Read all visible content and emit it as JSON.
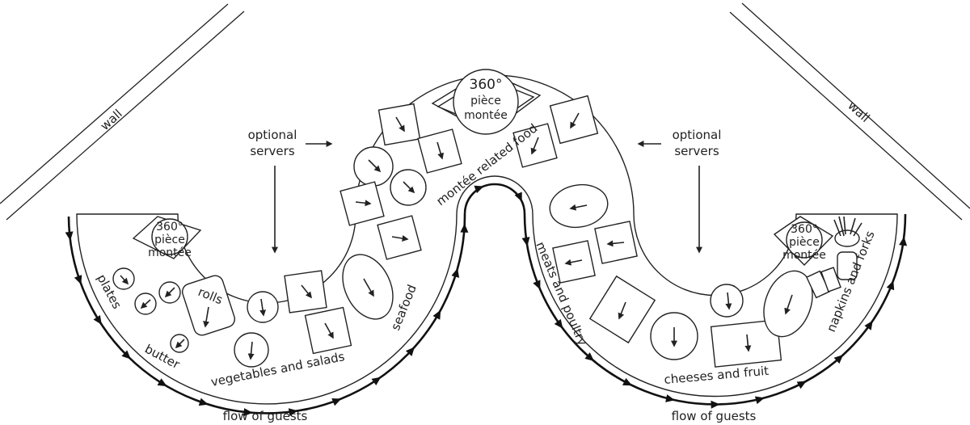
{
  "walls": {
    "left": "wall",
    "right": "wall"
  },
  "servers": {
    "left": [
      "optional",
      "servers"
    ],
    "right": [
      "optional",
      "servers"
    ]
  },
  "piece_montee": {
    "center": [
      "360°",
      "pièce",
      "montée"
    ],
    "left": [
      "360°",
      "pièce",
      "montée"
    ],
    "right": [
      "360°",
      "pièce",
      "montée"
    ]
  },
  "stations": {
    "plates": "plates",
    "butter": "butter",
    "rolls": "rolls",
    "vegetables": "vegetables and salads",
    "seafood": "seafood",
    "montee_food": "montée related food",
    "meats": "meats and poultry",
    "cheeses": "cheeses and fruit",
    "napkins": "napkins and forks"
  },
  "flow": {
    "left": "flow of guests",
    "right": "flow of guests"
  }
}
